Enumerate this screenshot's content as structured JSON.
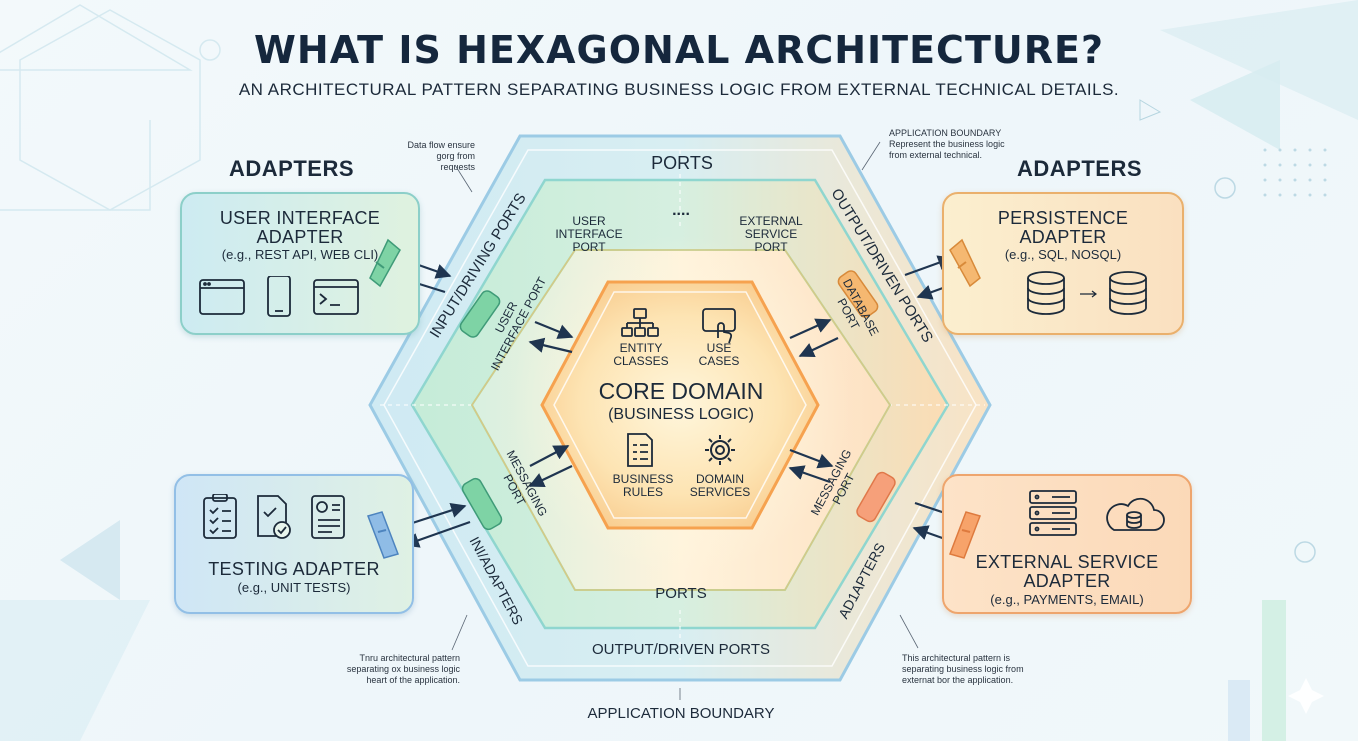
{
  "header": {
    "title": "WHAT IS HEXAGONAL ARCHITECTURE?",
    "subtitle": "AN ARCHITECTURAL PATTERN SEPARATING BUSINESS LOGIC FROM EXTERNAL TECHNICAL DETAILS."
  },
  "adapters_left": {
    "heading": "ADAPTERS",
    "ui": {
      "title_line1": "USER INTERFACE",
      "title_line2": "ADAPTER",
      "sub": "(e.g., REST API, WEB CLI)"
    },
    "testing": {
      "title": "TESTING ADAPTER",
      "sub": "(e.g., UNIT TESTS)"
    }
  },
  "adapters_right": {
    "heading": "ADAPTERS",
    "persistence": {
      "title_line1": "PERSISTENCE",
      "title_line2": "ADAPTER",
      "sub": "(e.g., SQL, NOSQL)"
    },
    "external": {
      "title_line1": "EXTERNAL SERVICE",
      "title_line2": "ADAPTER",
      "sub": "(e.g., PAYMENTS, EMAIL)"
    }
  },
  "notes": {
    "top_left_1": "Data flow ensure",
    "top_left_2": "gorg from requests",
    "top_right_1": "APPLICATION BOUNDARY",
    "top_right_2": "Represent the business logic",
    "top_right_3": "from external technical.",
    "bottom_left_1": "Tnru architectural pattern",
    "bottom_left_2": "separating ox business logic",
    "bottom_left_3": "heart of the application.",
    "bottom_right_1": "This architectural pattern is",
    "bottom_right_2": "separating business logic from",
    "bottom_right_3": "externat bor the application."
  },
  "hexagon": {
    "ports_top": "PORTS",
    "input_driving_ports": "INPUT/DRIVING PORTS",
    "output_driven_ports_right": "OUTPUT/DRIVEN PORTS",
    "dots": "....",
    "ui_port_1": "USER",
    "ui_port_2": "INTERFACE",
    "ui_port_3": "PORT",
    "ext_port_1": "EXTERNAL",
    "ext_port_2": "SERVICE",
    "ext_port_3": "PORT",
    "user_interface_port": "USER",
    "user_interface_port_2": "INTERFACE PORT",
    "database_port": "DATABASE",
    "database_port_2": "PORT",
    "messaging_port_left_1": "MESSAGING",
    "messaging_port_left_2": "PORT",
    "messaging_port_right_1": "MESSAGING",
    "messaging_port_right_2": "PORT",
    "ports_bottom": "PORTS",
    "output_driven_ports_bottom": "OUTPUT/DRIVEN PORTS",
    "in_adapters": "INI/ADAPTERS",
    "ad_adapters": "AD1APTERS",
    "application_boundary": "APPLICATION BOUNDARY"
  },
  "core": {
    "title": "CORE DOMAIN",
    "subtitle": "(BUSINESS LOGIC)",
    "entity_1": "ENTITY",
    "entity_2": "CLASSES",
    "use_1": "USE",
    "use_2": "CASES",
    "rules_1": "BUSINESS",
    "rules_2": "RULES",
    "services_1": "DOMAIN",
    "services_2": "SERVICES"
  },
  "colors": {
    "outer_blue": "#9ccbe5",
    "teal": "#8fd6cf",
    "green": "#a9e0a8",
    "orange": "#f5b871",
    "core_orange": "#f6a24f",
    "arrow": "#1f3550"
  }
}
